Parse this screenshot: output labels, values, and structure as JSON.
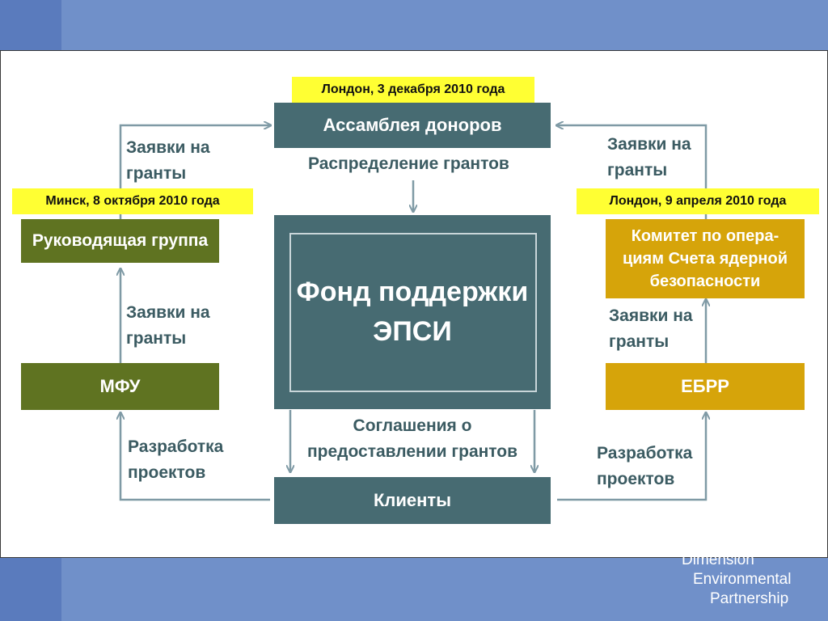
{
  "tags": {
    "top": "Лондон, 3 декабря 2010 года",
    "left": "Минск, 8 октября 2010 года",
    "right": "Лондон, 9 апреля 2010 года"
  },
  "boxes": {
    "assembly": "Ассамблея доноров",
    "steering": "Руководящая группа",
    "fund_line1": "Фонд поддержки",
    "fund_line2": "ЭПСИ",
    "mfu": "МФУ",
    "committee_line1": "Комитет по опера-",
    "committee_line2": "циям Счета ядерной",
    "committee_line3": "безопасности",
    "ebrd": "ЕБРР",
    "clients": "Клиенты"
  },
  "labels": {
    "left_top_1": "Заявки на",
    "left_top_2": "гранты",
    "right_top_1": "Заявки на",
    "right_top_2": "гранты",
    "left_mid_1": "Заявки на",
    "left_mid_2": "гранты",
    "right_mid_1": "Заявки на",
    "right_mid_2": "гранты",
    "distribution": "Распределение грантов",
    "agreements_1": "Соглашения о",
    "agreements_2": "предоставлении грантов",
    "left_bottom_1": "Разработка",
    "left_bottom_2": "проектов",
    "right_bottom_1": "Разработка",
    "right_bottom_2": "проектов"
  },
  "brand": {
    "line1": "Dimension",
    "line2": "Environmental",
    "line3": "Partnership"
  },
  "colors": {
    "teal": "#476b72",
    "olive": "#5f7321",
    "gold": "#d6a40a",
    "tag": "#ffff33",
    "band": "#7090c9"
  }
}
